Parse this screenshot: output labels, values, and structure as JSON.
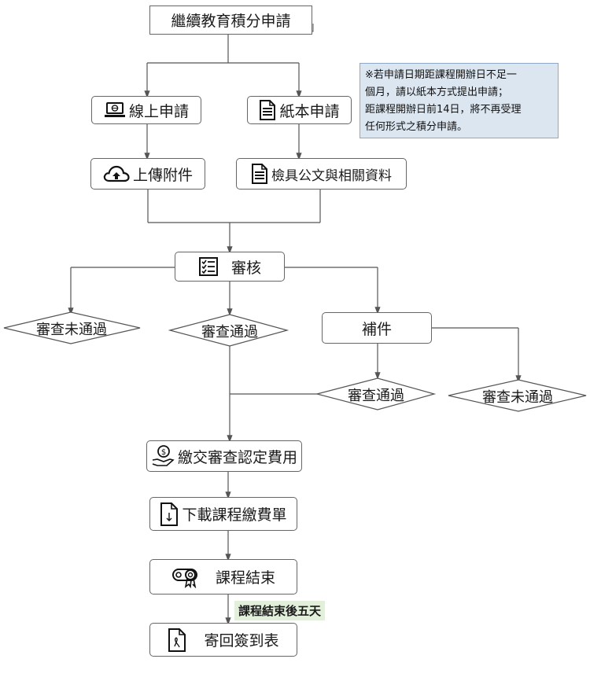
{
  "title": "繼續教育積分申請",
  "online_apply": "線上申請",
  "paper_apply": "紙本申請",
  "upload_attachment": "上傳附件",
  "prepare_documents": "檢具公文與相關資料",
  "note": {
    "lines": [
      "※若申請日期距課程開辦日不足一",
      "個月，請以紙本方式提出申請；",
      "距課程開辦日前14日，將不再受理",
      "任何形式之積分申請。"
    ]
  },
  "review": "審核",
  "review_fail_left": "審查未通過",
  "review_pass": "審查通過",
  "supplement": "補件",
  "supplement_pass": "審查通過",
  "supplement_fail": "審查未通過",
  "pay_fee": "繳交審查認定費用",
  "download_bill": "下載課程繳費單",
  "course_end": "課程結束",
  "five_days": "課程結束後五天",
  "return_sheet": "寄回簽到表",
  "icons": {
    "laptop": "laptop-icon",
    "document": "document-icon",
    "cloud_upload": "cloud-upload-icon",
    "checklist": "checklist-icon",
    "money_hand": "money-hand-icon",
    "download_file": "download-file-icon",
    "certificate": "certificate-icon",
    "sign_file": "signature-file-icon"
  },
  "colors": {
    "note_bg": "#dce6f1",
    "highlight_bg": "#e2efda",
    "line": "#555555"
  }
}
